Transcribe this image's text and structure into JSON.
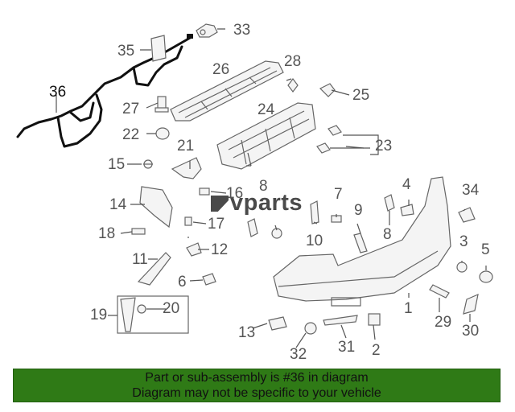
{
  "watermark": {
    "text": "vparts"
  },
  "callouts": {
    "n1": "1",
    "n2": "2",
    "n3": "3",
    "n4": "4",
    "n5": "5",
    "n6": "6",
    "n7": "7",
    "n8a": "8",
    "n8b": "8",
    "n9": "9",
    "n10": "10",
    "n11": "11",
    "n12": "12",
    "n13": "13",
    "n14": "14",
    "n15": "15",
    "n16": "16",
    "n17": "17",
    "n18": "18",
    "n19": "19",
    "n20": "20",
    "n21": "21",
    "n22": "22",
    "n23": "23",
    "n24": "24",
    "n25": "25",
    "n26": "26",
    "n27": "27",
    "n28": "28",
    "n29": "29",
    "n30": "30",
    "n31": "31",
    "n32": "32",
    "n33": "33",
    "n34": "34",
    "n35": "35",
    "n36": "36"
  },
  "banner": {
    "line1": "Part or sub-assembly is #36 in diagram",
    "line2": "Diagram may not be specific to your vehicle",
    "color": "#2f7a16"
  }
}
